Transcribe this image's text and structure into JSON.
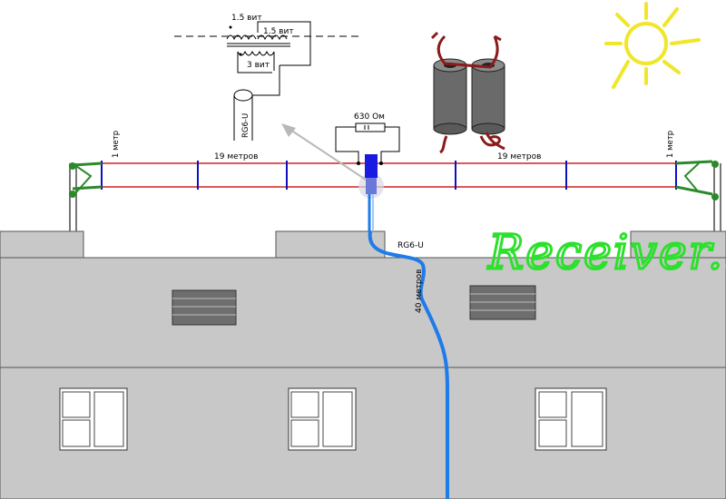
{
  "diagram": {
    "labels": {
      "coil_top_left": "1.5 вит",
      "coil_top_right": "1.5 вит",
      "coil_bottom": "3 вит",
      "coax_transformer": "RG6-U",
      "resistor": "630 Ом",
      "span_left": "19 метров",
      "span_right": "19 метров",
      "mast_left_height": "1 метр",
      "mast_right_height": "1 метр",
      "feed_cable": "RG6-U",
      "feed_length": "40 метров"
    },
    "watermark": "Receiver.by",
    "colors": {
      "wire": "#d02020",
      "spacer": "#1010c0",
      "feedline": "#1f7be8",
      "insulator": "#2a8a2a",
      "building": "#c8c8c8",
      "watermark": "#2de02d",
      "sun": "#f5ee30"
    },
    "icons": [
      "sun-icon",
      "ferrite-cores-icon",
      "resistor-icon",
      "transformer-icon"
    ]
  }
}
